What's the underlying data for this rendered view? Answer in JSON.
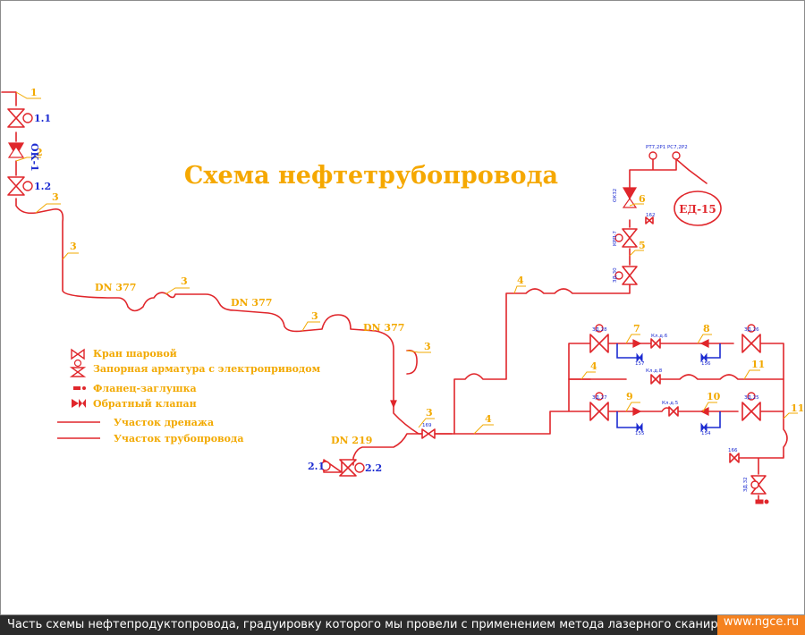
{
  "title": "Схема нефтетрубопровода",
  "footer": {
    "caption": "Часть схемы нефтепродуктопровода, градуировку которого мы провели с применением метода лазерного сканирования",
    "site": "www.ngce.ru"
  },
  "colors": {
    "pipe": "#e0262b",
    "drain": "#1c2bd1",
    "label": "#f2a900",
    "mark": "#1c2bd1",
    "footer_bg": "#2b2b2b",
    "site_bg": "#f58220"
  },
  "marks": {
    "m11": "1.1",
    "m12": "1.2",
    "m21": "2.1",
    "m22": "2.2",
    "ok1": "ОК-1",
    "ed15": "ЕД-15"
  },
  "sections": {
    "s1": "1",
    "s2": "2",
    "s3": "3",
    "s4": "4",
    "s5": "5",
    "s6": "6",
    "s7": "7",
    "s8": "8",
    "s9": "9",
    "s10": "10",
    "s11": "11"
  },
  "dn": {
    "d377": "DN 377",
    "d219": "DN 219"
  },
  "tags": {
    "rt": "РТ7,2Р1 РС7,2Р2",
    "ok32": "ОК32",
    "krp": "КРП-7",
    "zd30": "ЗД.30",
    "zd28": "ЗД.28",
    "zd26": "ЗД.26",
    "zd27": "ЗД.27",
    "zd25": "ЗД.25",
    "zd32": "ЗД.32",
    "kl6": "Кл.д.6",
    "kl8": "Кл.д.8",
    "kl5": "Кл.д.5",
    "n157": "157",
    "n156": "156",
    "n155": "155",
    "n154": "154",
    "n162": "162",
    "n169": "169",
    "n166": "166"
  },
  "legend": {
    "ball_valve": "Кран шаровой",
    "electric_valve": "Запорная арматура с электроприводом",
    "flange_plug": "Фланец-заглушка",
    "check_valve": "Обратный клапан",
    "drain_section": "Участок дренажа",
    "pipe_section": "Участок трубопровода"
  }
}
